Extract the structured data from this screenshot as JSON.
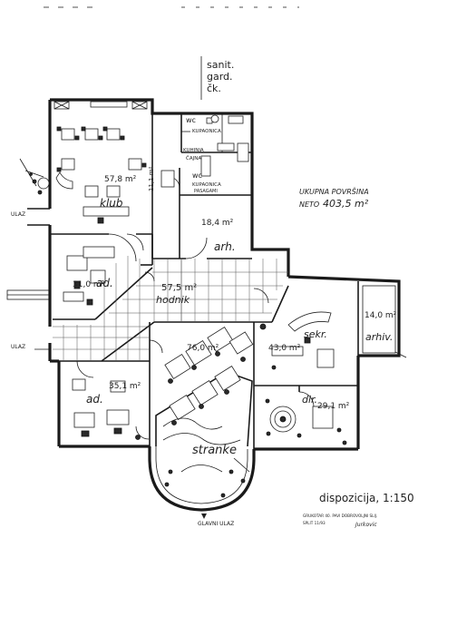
{
  "header": {
    "note_line1": "sanit.",
    "note_line2": "gard.",
    "note_line3": "čk."
  },
  "rooms": {
    "klub": "klub",
    "klub_area": "57,8 m²",
    "wc1": "wc",
    "kupaonica1": "KUPAONICA",
    "kuhinja": "KUHINJA",
    "cajna": "ČAJNA",
    "wc2": "wc",
    "kupaonica2": "KUPAONICA",
    "kupaonica2b": "PASAGAMI",
    "area_small": "11,1 m²",
    "arh1_area": "18,4 m²",
    "arh1": "arh.",
    "ad1_area": "31,0 m²",
    "ad1": "ad.",
    "hodnik_area": "57,5 m²",
    "hodnik": "hodnik",
    "hall_area": "76,0 m²",
    "sekr_area": "43,0 m²",
    "sekr": "sekr.",
    "arhiv_area": "14,0 m²",
    "arhiv": "arhiv.",
    "ad2_area": "35,1 m²",
    "ad2": "ad.",
    "dir_area": "29,1 m²",
    "dir": "dir.",
    "stranke": "stranke"
  },
  "notes": {
    "ukupna_line1": "UKUPNA POVRŠINA",
    "ukupna_prefix": "NETO",
    "ukupna_value": "403,5 m²",
    "ulaz_top": "ULAZ",
    "ulaz_mid": "ULAZ",
    "glavni_ulaz": "GLAVNI ULAZ",
    "dispozicija": "dispozicija, 1:150",
    "sign1": "GRUKOTAR   40. PAVI DOBROVOLJNI SLIJ.",
    "sign2": "SPLIT     11/93",
    "sign3": "Jurkovic"
  }
}
